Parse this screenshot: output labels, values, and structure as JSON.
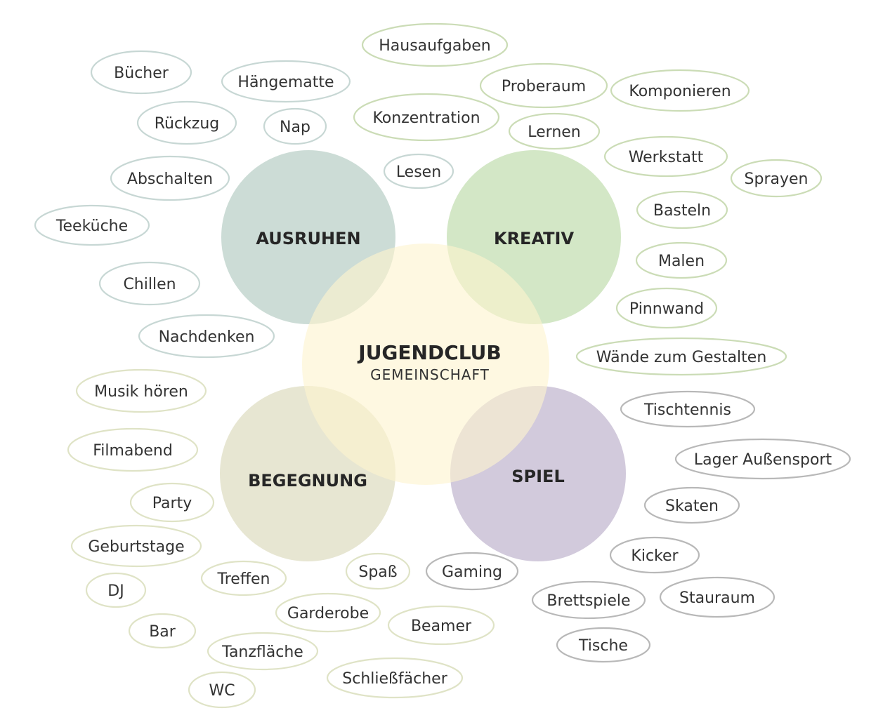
{
  "center": {
    "title": "JUGENDCLUB",
    "subtitle": "GEMEINSCHAFT",
    "color": "#fdf3cf"
  },
  "categories": [
    {
      "key": "ausruhen",
      "label": "AUSRUHEN",
      "fill": "#b8cfc6",
      "stroke": "#c7d7d4"
    },
    {
      "key": "kreativ",
      "label": "KREATIV",
      "fill": "#c2deb0",
      "stroke": "#cbdcb6"
    },
    {
      "key": "begegnung",
      "label": "BEGEGNUNG",
      "fill": "#dedcc0",
      "stroke": "#dfe3c6"
    },
    {
      "key": "spiel",
      "label": "SPIEL",
      "fill": "#c1b6ce",
      "stroke": "#b8b8b8"
    }
  ],
  "tags": [
    {
      "text": "Bücher",
      "group": "ausruhen"
    },
    {
      "text": "Hängematte",
      "group": "ausruhen"
    },
    {
      "text": "Rückzug",
      "group": "ausruhen"
    },
    {
      "text": "Nap",
      "group": "ausruhen"
    },
    {
      "text": "Abschalten",
      "group": "ausruhen"
    },
    {
      "text": "Lesen",
      "group": "ausruhen"
    },
    {
      "text": "Teeküche",
      "group": "ausruhen"
    },
    {
      "text": "Chillen",
      "group": "ausruhen"
    },
    {
      "text": "Nachdenken",
      "group": "ausruhen"
    },
    {
      "text": "Hausaufgaben",
      "group": "kreativ"
    },
    {
      "text": "Proberaum",
      "group": "kreativ"
    },
    {
      "text": "Komponieren",
      "group": "kreativ"
    },
    {
      "text": "Konzentration",
      "group": "kreativ"
    },
    {
      "text": "Lernen",
      "group": "kreativ"
    },
    {
      "text": "Werkstatt",
      "group": "kreativ"
    },
    {
      "text": "Sprayen",
      "group": "kreativ"
    },
    {
      "text": "Basteln",
      "group": "kreativ"
    },
    {
      "text": "Malen",
      "group": "kreativ"
    },
    {
      "text": "Pinnwand",
      "group": "kreativ"
    },
    {
      "text": "Wände zum Gestalten",
      "group": "kreativ"
    },
    {
      "text": "Musik hören",
      "group": "begegnung"
    },
    {
      "text": "Filmabend",
      "group": "begegnung"
    },
    {
      "text": "Party",
      "group": "begegnung"
    },
    {
      "text": "Geburtstage",
      "group": "begegnung"
    },
    {
      "text": "DJ",
      "group": "begegnung"
    },
    {
      "text": "Treffen",
      "group": "begegnung"
    },
    {
      "text": "Spaß",
      "group": "begegnung"
    },
    {
      "text": "Bar",
      "group": "begegnung"
    },
    {
      "text": "Garderobe",
      "group": "begegnung"
    },
    {
      "text": "Beamer",
      "group": "begegnung"
    },
    {
      "text": "Tanzfläche",
      "group": "begegnung"
    },
    {
      "text": "WC",
      "group": "begegnung"
    },
    {
      "text": "Schließfächer",
      "group": "begegnung"
    },
    {
      "text": "Tischtennis",
      "group": "spiel"
    },
    {
      "text": "Lager Außensport",
      "group": "spiel"
    },
    {
      "text": "Skaten",
      "group": "spiel"
    },
    {
      "text": "Kicker",
      "group": "spiel"
    },
    {
      "text": "Gaming",
      "group": "spiel"
    },
    {
      "text": "Brettspiele",
      "group": "spiel"
    },
    {
      "text": "Stauraum",
      "group": "spiel"
    },
    {
      "text": "Tische",
      "group": "spiel"
    }
  ]
}
